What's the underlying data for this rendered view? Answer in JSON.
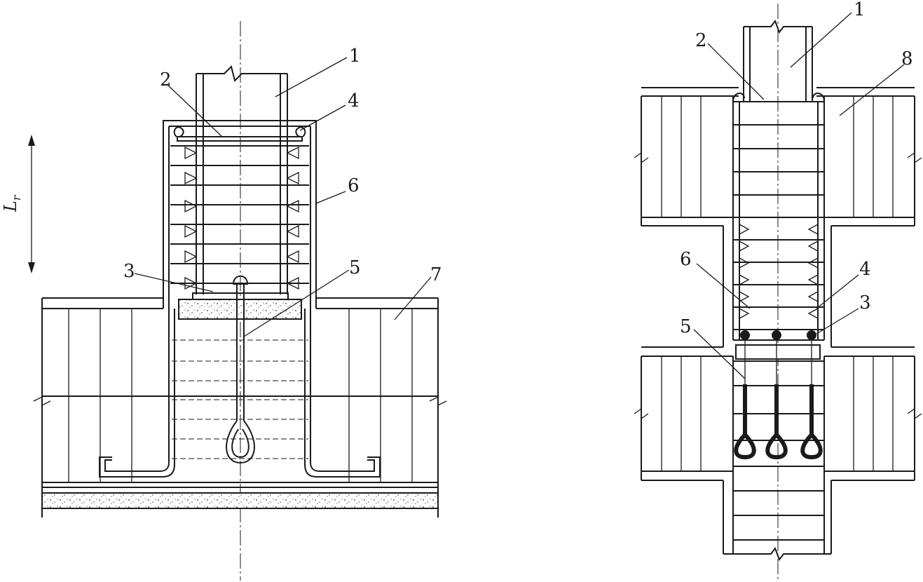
{
  "left_figure": {
    "callouts": [
      "1",
      "2",
      "4",
      "6",
      "3",
      "5",
      "7"
    ],
    "dimension": {
      "symbol": "L",
      "subscript": "r"
    }
  },
  "right_figure": {
    "callouts": [
      "1",
      "2",
      "8",
      "6",
      "4",
      "3",
      "5"
    ]
  }
}
